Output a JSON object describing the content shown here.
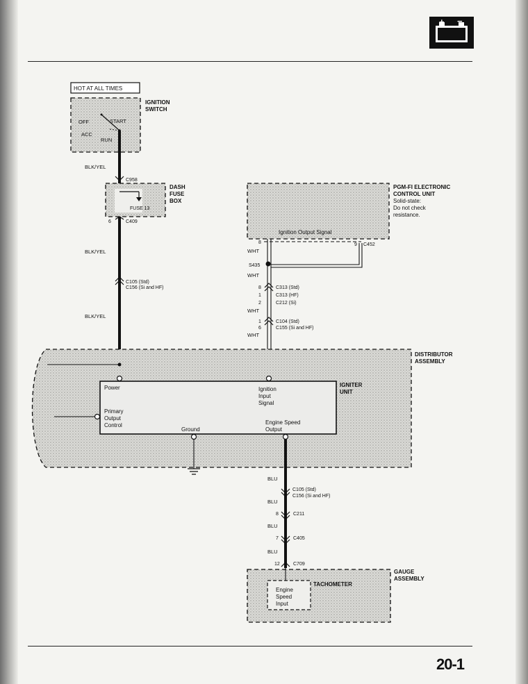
{
  "page": {
    "number": "20-1",
    "battery_icon": "battery-icon"
  },
  "hot_at_all_times": "HOT AT ALL TIMES",
  "ignition_switch": {
    "name_line1": "IGNITION",
    "name_line2": "SWITCH",
    "positions": {
      "off": "OFF",
      "start": "START",
      "acc": "ACC",
      "run": "RUN"
    }
  },
  "wires": {
    "blk_yel_1": "BLK/YEL",
    "blk_yel_2": "BLK/YEL",
    "blk_yel_3": "BLK/YEL",
    "wht_1": "WHT",
    "wht_2": "WHT",
    "wht_3": "WHT",
    "wht_4": "WHT",
    "blu_1": "BLU",
    "blu_2": "BLU",
    "blu_3": "BLU",
    "blu_4": "BLU"
  },
  "connectors": {
    "c958": "C958",
    "c409": "C409",
    "c409_pin": "6",
    "c105_std_a": "C105 (Std)",
    "c156_si_hf_a": "C156 (Si and HF)",
    "c452": "C452",
    "c452_pin": "9",
    "ecu_pin": "8",
    "s435": "S435",
    "c313_std": "C313 (Std)",
    "c313_std_pin": "8",
    "c313_hf": "C313 (HF)",
    "c313_hf_pin": "1",
    "c212_si": "C212 (Si)",
    "c212_si_pin": "2",
    "c104_std": "C104 (Std)",
    "c104_std_pin": "1",
    "c155_si_hf": "C155 (Si and HF)",
    "c155_si_hf_pin": "6",
    "c105_std_b": "C105 (Std)",
    "c156_si_hf_b": "C156 (Si and HF)",
    "c211": "C211",
    "c211_pin": "8",
    "c405": "C405",
    "c405_pin": "7",
    "c709": "C709",
    "c709_pin": "12"
  },
  "dash_fuse_box": {
    "line1": "DASH",
    "line2": "FUSE",
    "line3": "BOX",
    "fuse": "FUSE 13"
  },
  "ecu": {
    "line1": "PGM-FI ELECTRONIC",
    "line2": "CONTROL UNIT",
    "line3": "Solid-state:",
    "line4": "Do not check",
    "line5": "resistance.",
    "signal": "Ignition Output Signal"
  },
  "distributor": {
    "line1": "DISTRIBUTOR",
    "line2": "ASSEMBLY"
  },
  "igniter": {
    "line1": "IGNITER",
    "line2": "UNIT",
    "power": "Power",
    "primary_1": "Primary",
    "primary_2": "Output",
    "primary_3": "Control",
    "ground": "Ground",
    "ign_in_1": "Ignition",
    "ign_in_2": "Input",
    "ign_in_3": "Signal",
    "eng_out_1": "Engine Speed",
    "eng_out_2": "Output"
  },
  "gauge": {
    "line1": "GAUGE",
    "line2": "ASSEMBLY",
    "tachometer": "TACHOMETER",
    "esi_1": "Engine",
    "esi_2": "Speed",
    "esi_3": "Input"
  }
}
